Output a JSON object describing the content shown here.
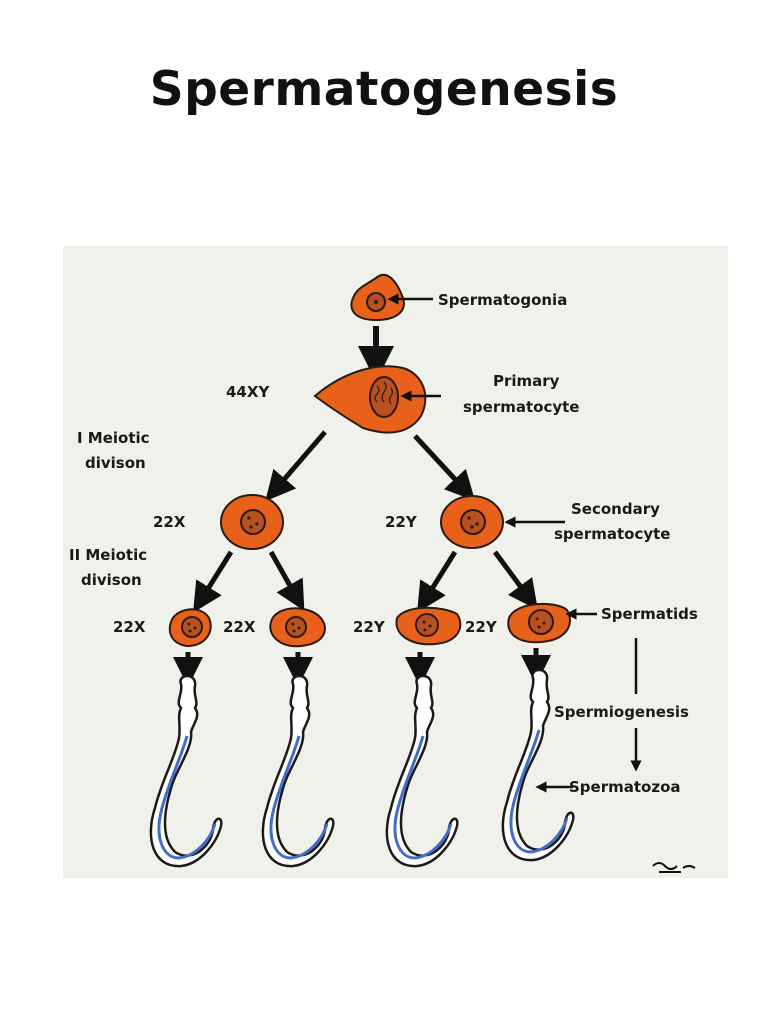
{
  "title": "Spermatogenesis",
  "figure": {
    "labels": {
      "spermatogonia": "Spermatogonia",
      "primary_1": "Primary",
      "primary_2": "spermatocyte",
      "karyotype_primary": "44XY",
      "meiosis1_1": "I Meiotic",
      "meiosis1_2": "divison",
      "secondary_1": "Secondary",
      "secondary_2": "spermatocyte",
      "meiosis2_1": "II Meiotic",
      "meiosis2_2": "divison",
      "spermatids": "Spermatids",
      "spermiogenesis": "Spermiogenesis",
      "spermatozoa": "Spermatozoa"
    },
    "secondary_karyotypes": [
      "22X",
      "22Y"
    ],
    "spermatid_karyotypes": [
      "22X",
      "22X",
      "22Y",
      "22Y"
    ],
    "colors": {
      "cell_fill": "#e8611a",
      "cell_outline": "#2a1a10",
      "nucleus_fill": "#b8501f",
      "sperm_fill": "#ffffff",
      "sperm_stripe": "#3f6fc4",
      "background": "#f1f1ec"
    }
  }
}
